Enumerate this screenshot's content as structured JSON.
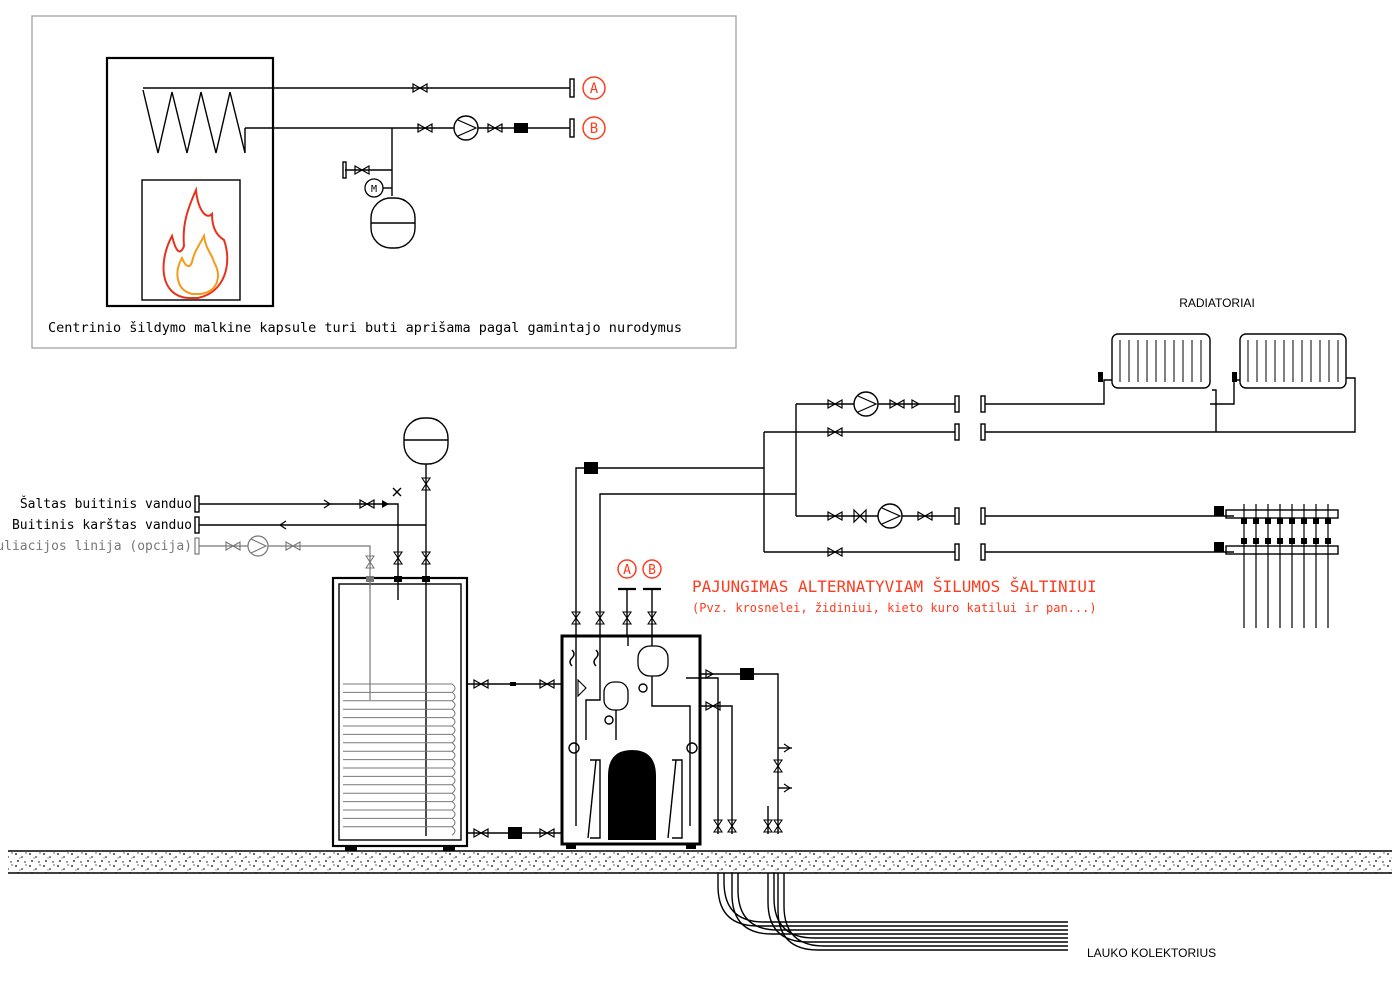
{
  "inset": {
    "caption": "Centrinio šildymo malkine kapsule turi buti aprišama pagal gamintajo nurodymus",
    "connection_a": "A",
    "connection_b": "B",
    "gauge_symbol": "M"
  },
  "labels": {
    "cold_water": "Šaltas buitinis vanduo",
    "hot_water": "Buitinis karštas vanduo",
    "recirculation": "Recirkuliacijos linija (opcija)",
    "radiators": "RADIATORIAI",
    "alt_source_title": "PAJUNGIMAS ALTERNATYVIAM ŠILUMOS ŠALTINIUI",
    "alt_source_note": "(Pvz. krosnelei, židiniui, kieto kuro katilui ir pan...)",
    "field_collector": "LAUKO KOLEKTORIUS",
    "conn_a": "A",
    "conn_b": "B"
  },
  "colors": {
    "line": "#000000",
    "accent_red": "#ff3b1f",
    "flame_red": "#e8321c",
    "flame_orange": "#f59a1a",
    "recirc_grey": "#777777",
    "frame_grey": "#999999"
  }
}
